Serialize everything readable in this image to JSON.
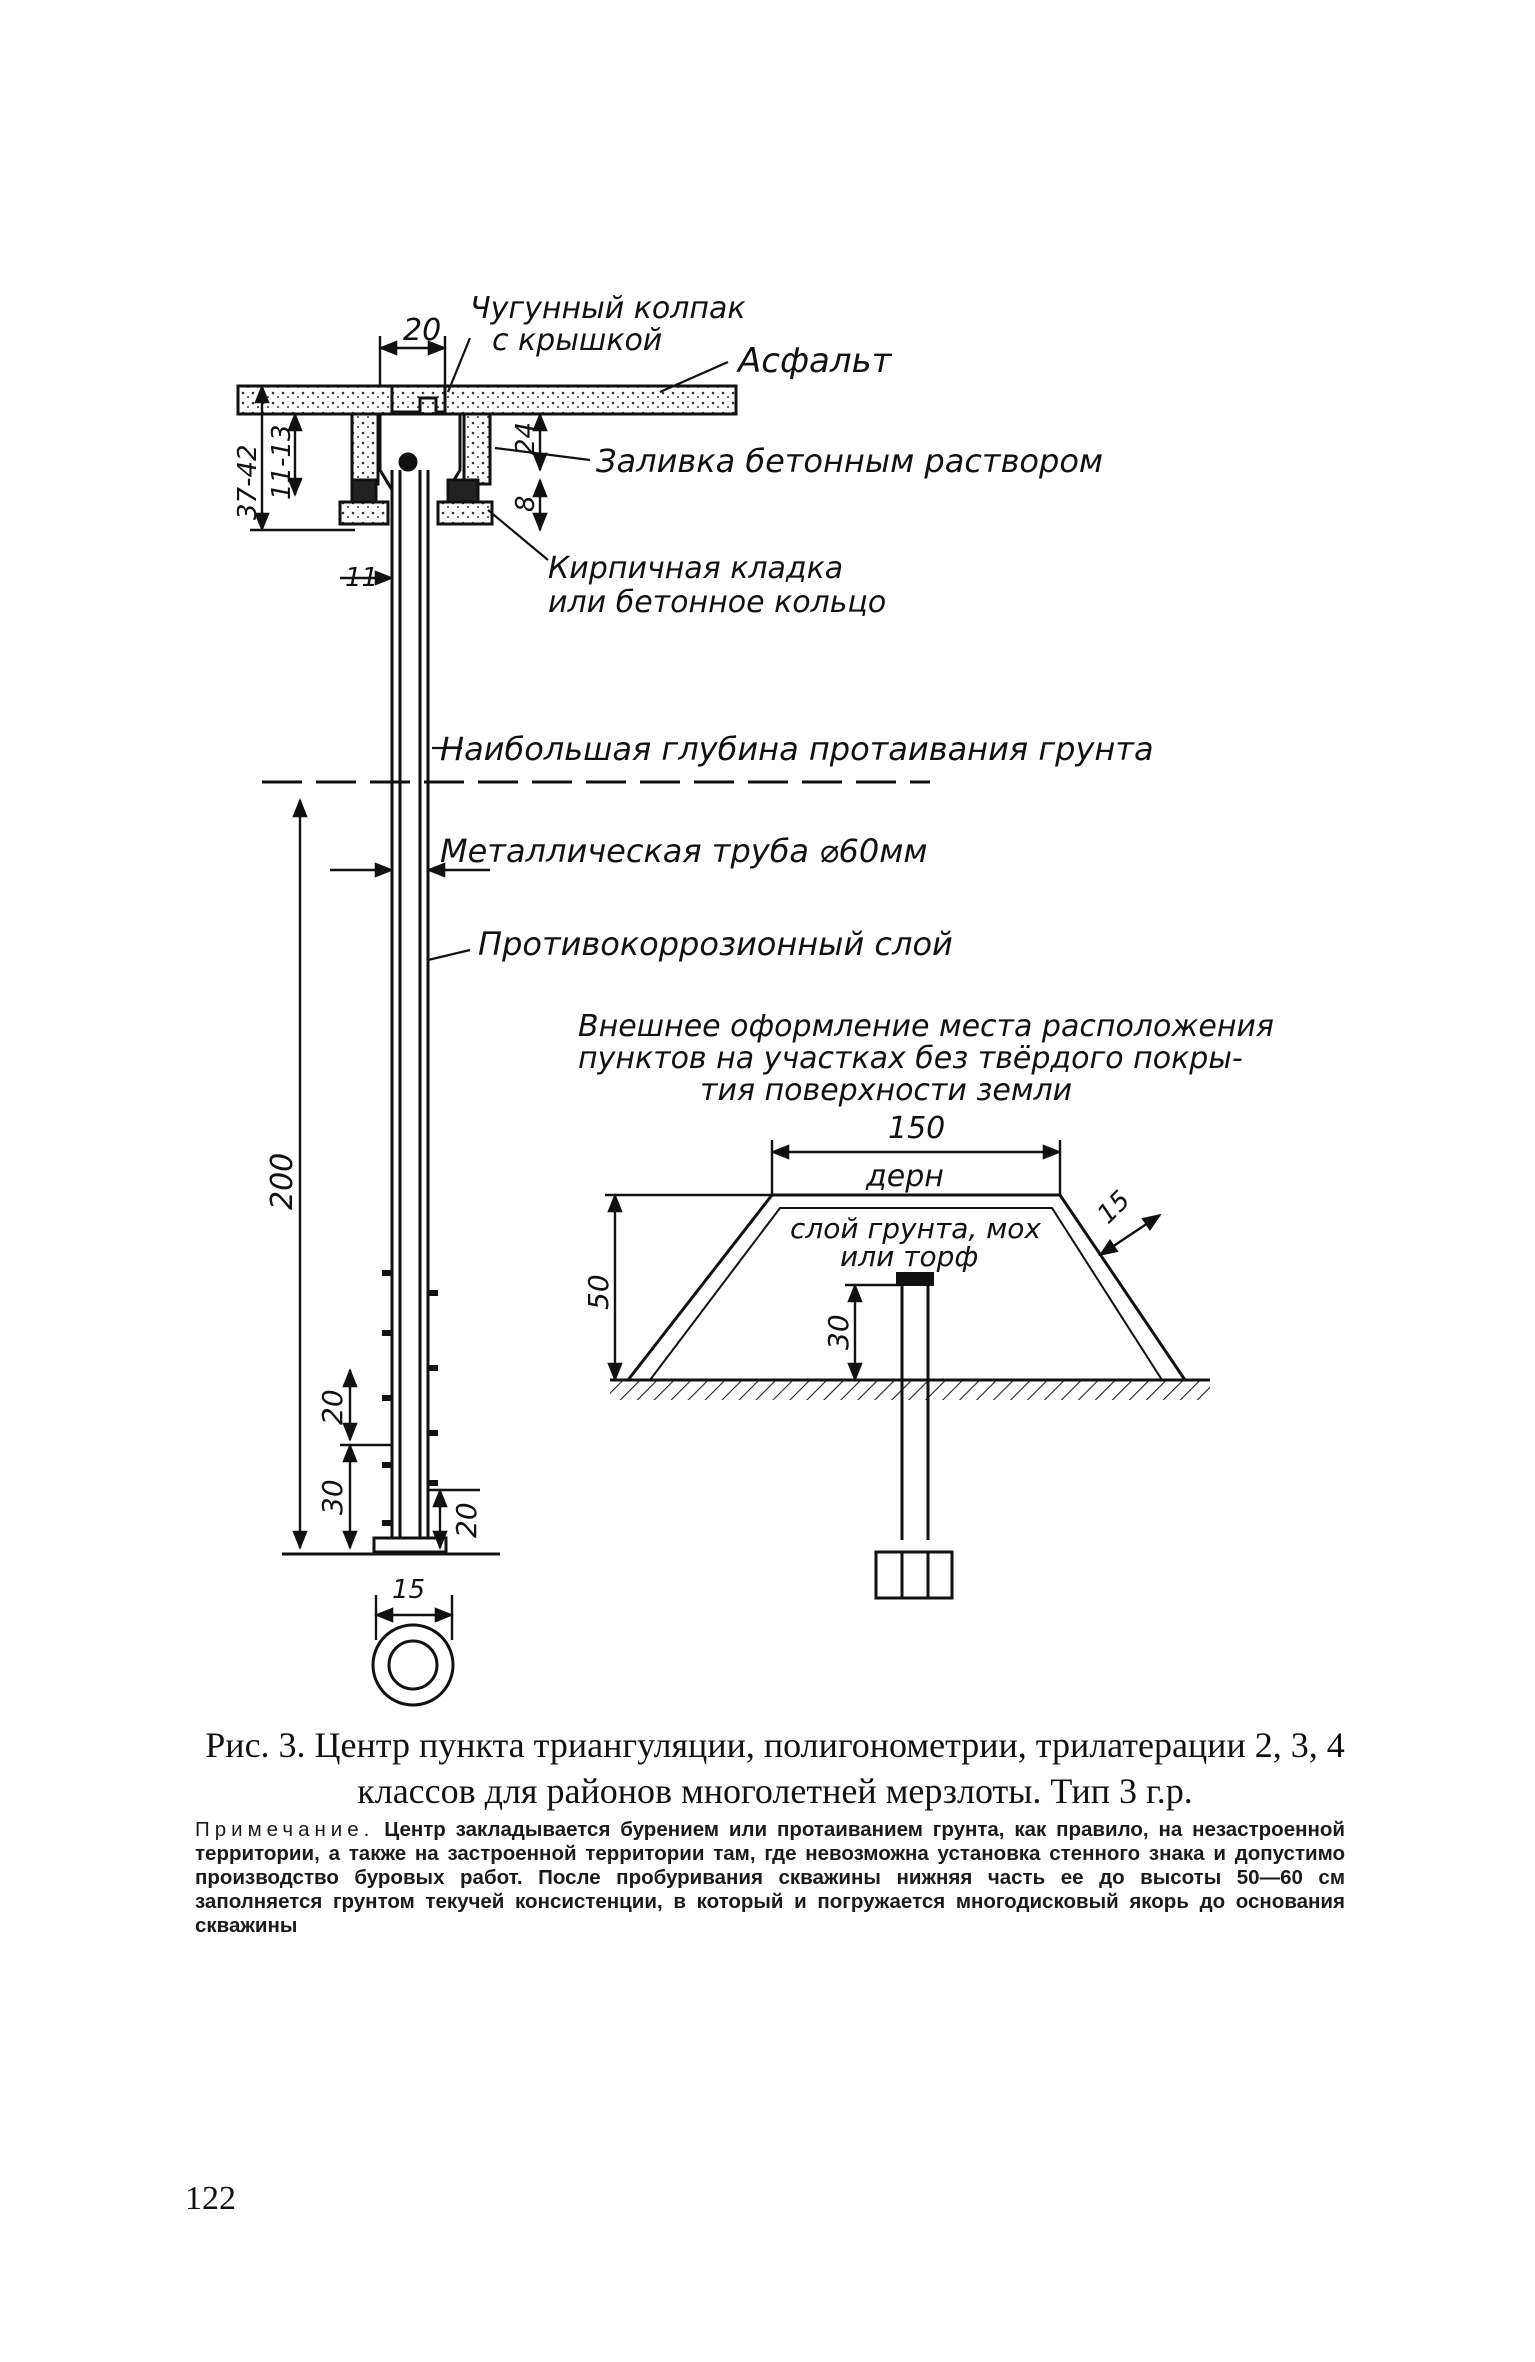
{
  "figure": {
    "labels": {
      "cap": "Чугунный колпак с крышкой",
      "cap_line1": "Чугунный колпак",
      "cap_line2": "с крышкой",
      "asphalt": "Асфальт",
      "concrete_fill": "Заливка бетонным раствором",
      "brick_line1": "Кирпичная кладка",
      "brick_line2": "или бетонное кольцо",
      "max_thaw_depth": "Наибольшая глубина протаивания грунта",
      "metal_pipe": "Металлическая труба ⌀60мм",
      "anticorrosion": "Противокоррозионный слой",
      "outer_title_1": "Внешнее оформление места расположения",
      "outer_title_2": "пунктов на участках без твёрдого покры-",
      "outer_title_3": "тия поверхности земли",
      "turf": "дерн",
      "soil_layer_1": "слой грунта, мох",
      "soil_layer_2": "или торф"
    },
    "dimensions": {
      "d20_top": "20",
      "d37_42": "37-42",
      "d11_13": "11-13",
      "d24": "24",
      "d8": "8",
      "d11": "11",
      "d200": "200",
      "d20_left": "20",
      "d30_left": "30",
      "d20_right": "20",
      "d15": "15",
      "d150": "150",
      "d50": "50",
      "d30_mound": "30",
      "d15_slope": "15"
    }
  },
  "caption": "Рис. 3. Центр пункта триангуляции, полигонометрии, трилатерации 2, 3, 4 классов для районов многолетней мерзлоты. Тип 3 г.р.",
  "note": {
    "lead": "Примечание.",
    "text": "Центр закладывается бурением или протаиванием грунта, как правило, на незастроенной территории, а также на застроенной территории там, где невозможна установка стенного знака и допустимо производство буровых работ. После пробуривания скважины нижняя часть ее до высоты 50—60 см заполняется грунтом текучей консистенции, в который и погружается многодисковый якорь до основания скважины"
  },
  "page_number": "122"
}
